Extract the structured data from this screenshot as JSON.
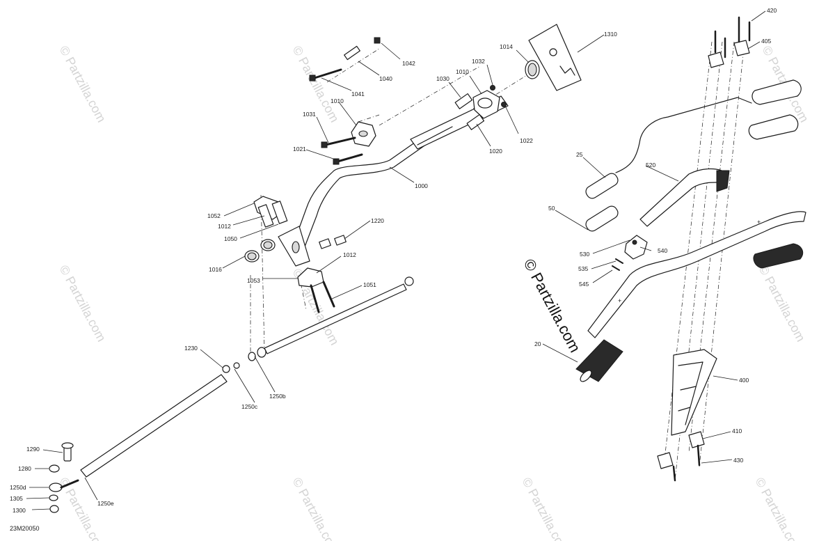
{
  "diagram_code": "23M20050",
  "watermark_text": "© Partzilla.com",
  "watermark_big_text": "© Partzilla.com",
  "callouts": [
    {
      "id": "c420",
      "label": "420"
    },
    {
      "id": "c405",
      "label": "405"
    },
    {
      "id": "c1310",
      "label": "1310"
    },
    {
      "id": "c1014",
      "label": "1014"
    },
    {
      "id": "c1042",
      "label": "1042"
    },
    {
      "id": "c1040",
      "label": "1040"
    },
    {
      "id": "c1041",
      "label": "1041"
    },
    {
      "id": "c1032",
      "label": "1032"
    },
    {
      "id": "c1010a",
      "label": "1010"
    },
    {
      "id": "c1030",
      "label": "1030"
    },
    {
      "id": "c1010b",
      "label": "1010"
    },
    {
      "id": "c1031",
      "label": "1031"
    },
    {
      "id": "c1022",
      "label": "1022"
    },
    {
      "id": "c1020",
      "label": "1020"
    },
    {
      "id": "c1021",
      "label": "1021"
    },
    {
      "id": "c1000",
      "label": "1000"
    },
    {
      "id": "c25",
      "label": "25"
    },
    {
      "id": "c520",
      "label": "520"
    },
    {
      "id": "c1052",
      "label": "1052"
    },
    {
      "id": "c1012a",
      "label": "1012"
    },
    {
      "id": "c1050",
      "label": "1050"
    },
    {
      "id": "c1220",
      "label": "1220"
    },
    {
      "id": "c50",
      "label": "50"
    },
    {
      "id": "c530",
      "label": "530"
    },
    {
      "id": "c540",
      "label": "540"
    },
    {
      "id": "c535",
      "label": "535"
    },
    {
      "id": "c545",
      "label": "545"
    },
    {
      "id": "c1016",
      "label": "1016"
    },
    {
      "id": "c1012b",
      "label": "1012"
    },
    {
      "id": "c1053",
      "label": "1053"
    },
    {
      "id": "c1051",
      "label": "1051"
    },
    {
      "id": "c20",
      "label": "20"
    },
    {
      "id": "c1230",
      "label": "1230"
    },
    {
      "id": "c1250b",
      "label": "1250b"
    },
    {
      "id": "c1250c",
      "label": "1250c"
    },
    {
      "id": "c400",
      "label": "400"
    },
    {
      "id": "c410",
      "label": "410"
    },
    {
      "id": "c430",
      "label": "430"
    },
    {
      "id": "c1290",
      "label": "1290"
    },
    {
      "id": "c1280",
      "label": "1280"
    },
    {
      "id": "c1250d",
      "label": "1250d"
    },
    {
      "id": "c1305",
      "label": "1305"
    },
    {
      "id": "c1250e",
      "label": "1250e"
    },
    {
      "id": "c1300",
      "label": "1300"
    }
  ]
}
